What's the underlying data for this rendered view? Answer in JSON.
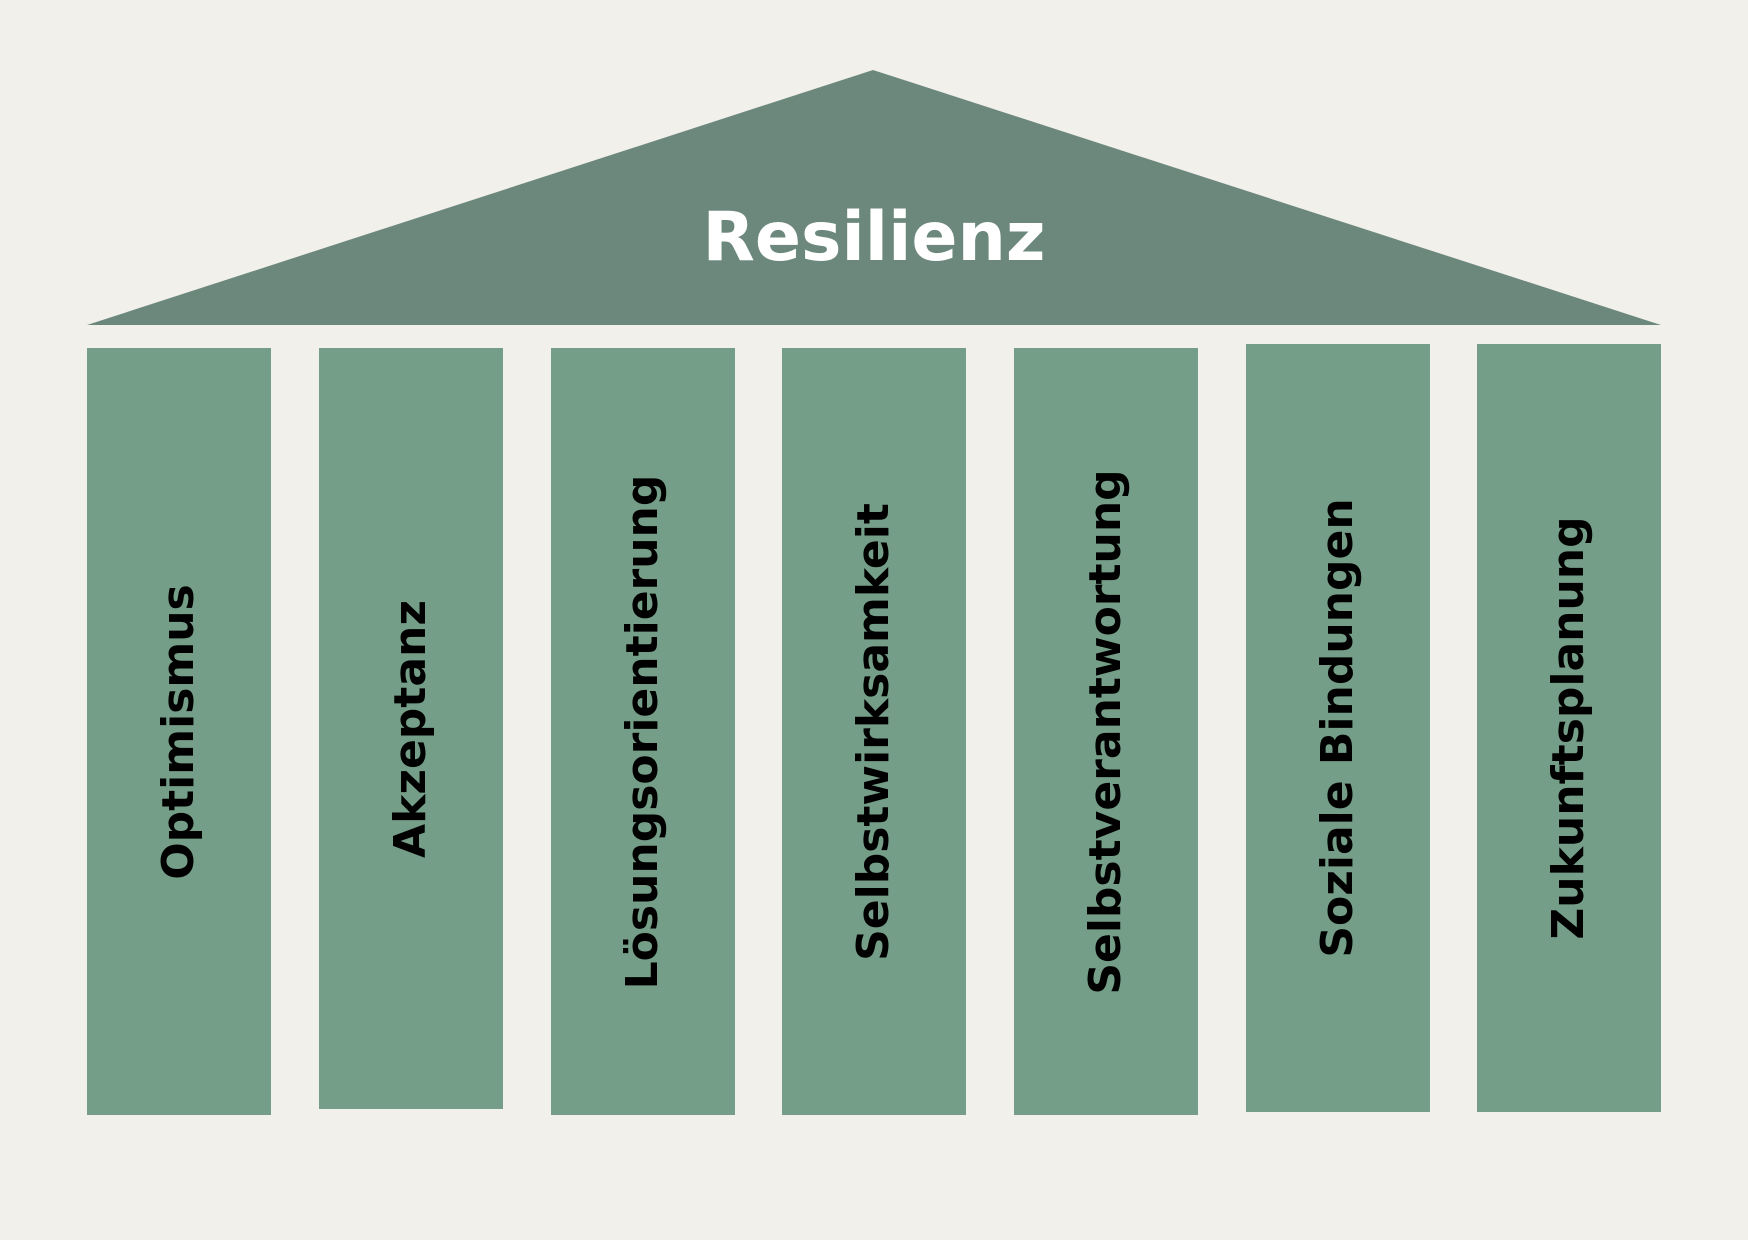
{
  "roof": {
    "title": "Resilienz",
    "color": "#6c887d"
  },
  "pillar_color": "#749e88",
  "background_color": "#f2f0eb",
  "pillars": [
    {
      "label": "Optimismus"
    },
    {
      "label": "Akzeptanz"
    },
    {
      "label": "Lösungsorientierung"
    },
    {
      "label": "Selbstwirksamkeit"
    },
    {
      "label": "Selbstverantwortung"
    },
    {
      "label": "Soziale Bindungen"
    },
    {
      "label": "Zukunftsplanung"
    }
  ]
}
